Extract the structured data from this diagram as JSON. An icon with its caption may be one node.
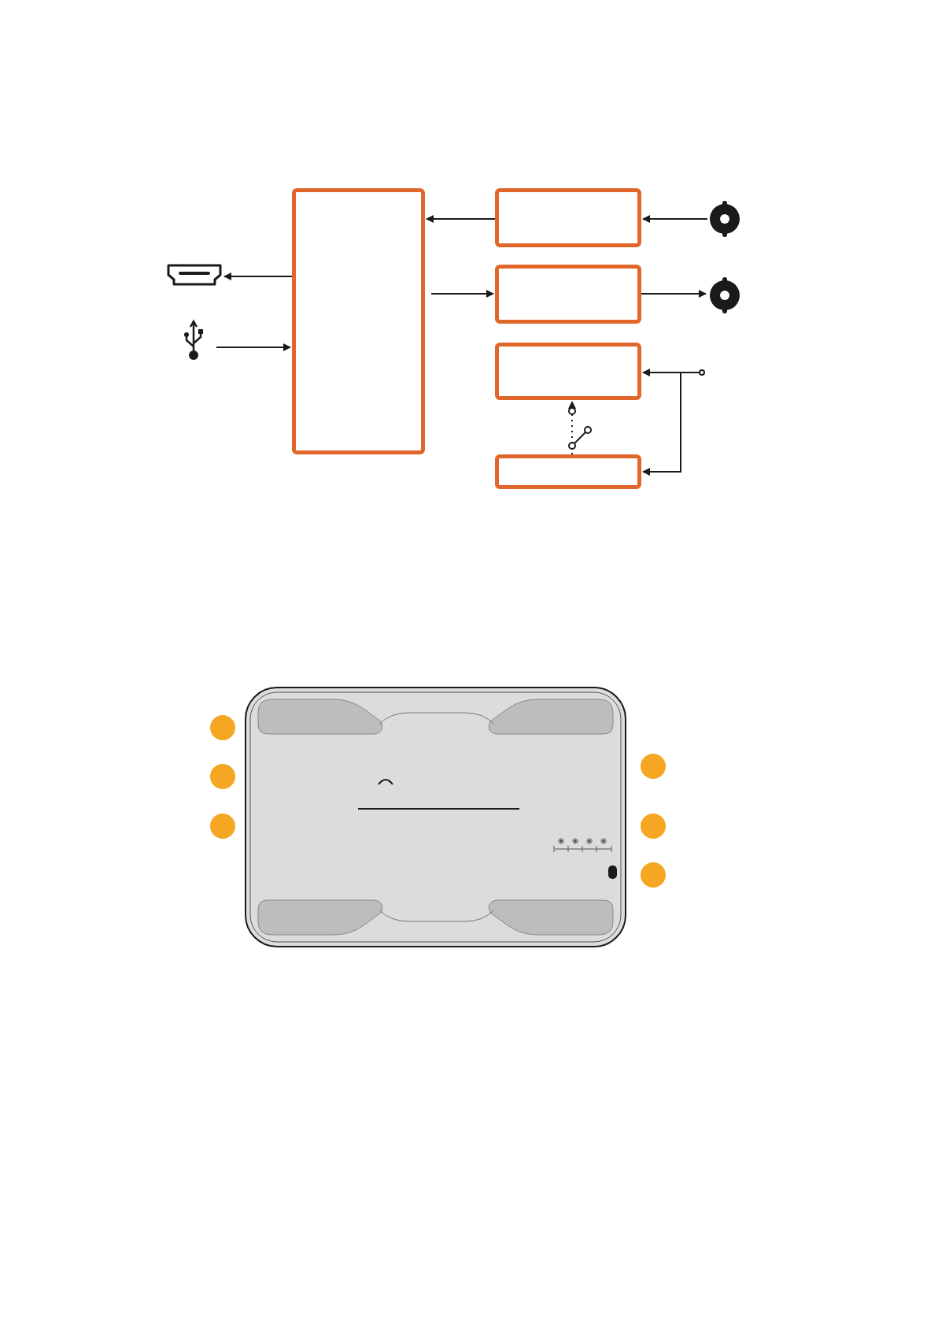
{
  "diagram": {
    "nodes": [
      {
        "text": [],
        "shape": "box"
      },
      {
        "text": [],
        "shape": "box"
      },
      {
        "text": [],
        "shape": "box"
      },
      {
        "text": [],
        "shape": "box"
      },
      {
        "text": [],
        "shape": "box"
      },
      {
        "text": [],
        "shape": "socket"
      },
      {
        "text": [],
        "shape": "symbol"
      },
      {
        "text": [],
        "shape": "connector"
      },
      {
        "text": [],
        "shape": "connector"
      },
      {
        "text": [],
        "shape": "circle"
      },
      {
        "text": [],
        "shape": "circle"
      },
      {
        "text": [],
        "shape": "circle"
      },
      {
        "text": [],
        "shape": "circle"
      },
      {
        "text": [],
        "shape": "circle"
      },
      {
        "text": [],
        "shape": "circle"
      },
      {
        "text": [],
        "shape": "circle"
      }
    ],
    "edges": [
      {
        "from": 1,
        "to": 0,
        "arrow": "to"
      },
      {
        "from": 0,
        "to": 5,
        "arrow": "to"
      },
      {
        "from": 6,
        "to": 0,
        "arrow": "to"
      },
      {
        "from": 0,
        "to": 2,
        "arrow": "to"
      },
      {
        "from": 7,
        "to": 1,
        "arrow": "to"
      },
      {
        "from": 2,
        "to": 8,
        "arrow": "to"
      },
      {
        "from": 9,
        "to": 3,
        "arrow": "to"
      },
      {
        "from": 9,
        "to": 4,
        "arrow": "to"
      },
      {
        "from": 4,
        "to": 3,
        "arrow": "to",
        "style": "dashed"
      }
    ]
  }
}
